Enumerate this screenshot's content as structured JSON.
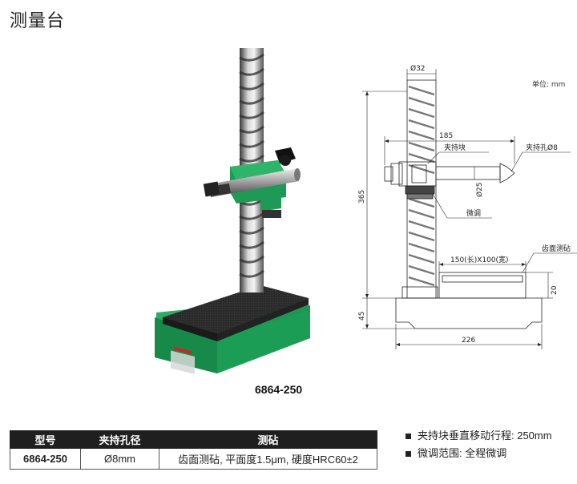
{
  "page": {
    "title": "测量台"
  },
  "photo": {
    "model_caption": "6864-250"
  },
  "drawing": {
    "unit": "单位: mm",
    "labels": {
      "column_dia": "Ø32",
      "arm_length": "185",
      "clamp_block": "夹持块",
      "clamp_hole": "夹持孔Ø8",
      "arm_dia": "Ø25",
      "fine_adjust": "微调",
      "height": "365",
      "anvil": "齿面测砧",
      "anvil_size": "150(长)X100(宽)",
      "anvil_thickness": "20",
      "base_height": "45",
      "base_width": "226"
    }
  },
  "table": {
    "headers": [
      "型号",
      "夹持孔径",
      "测砧"
    ],
    "rows": [
      [
        "6864-250",
        "Ø8mm",
        "齿面测砧, 平面度1.5μm,  硬度HRC60±2"
      ]
    ]
  },
  "notes": [
    "夹持块垂直移动行程: 250mm",
    "微调范围: 全程微调"
  ],
  "colors": {
    "base_green": "#1e9a56",
    "table_header": "#1f1f1f"
  }
}
